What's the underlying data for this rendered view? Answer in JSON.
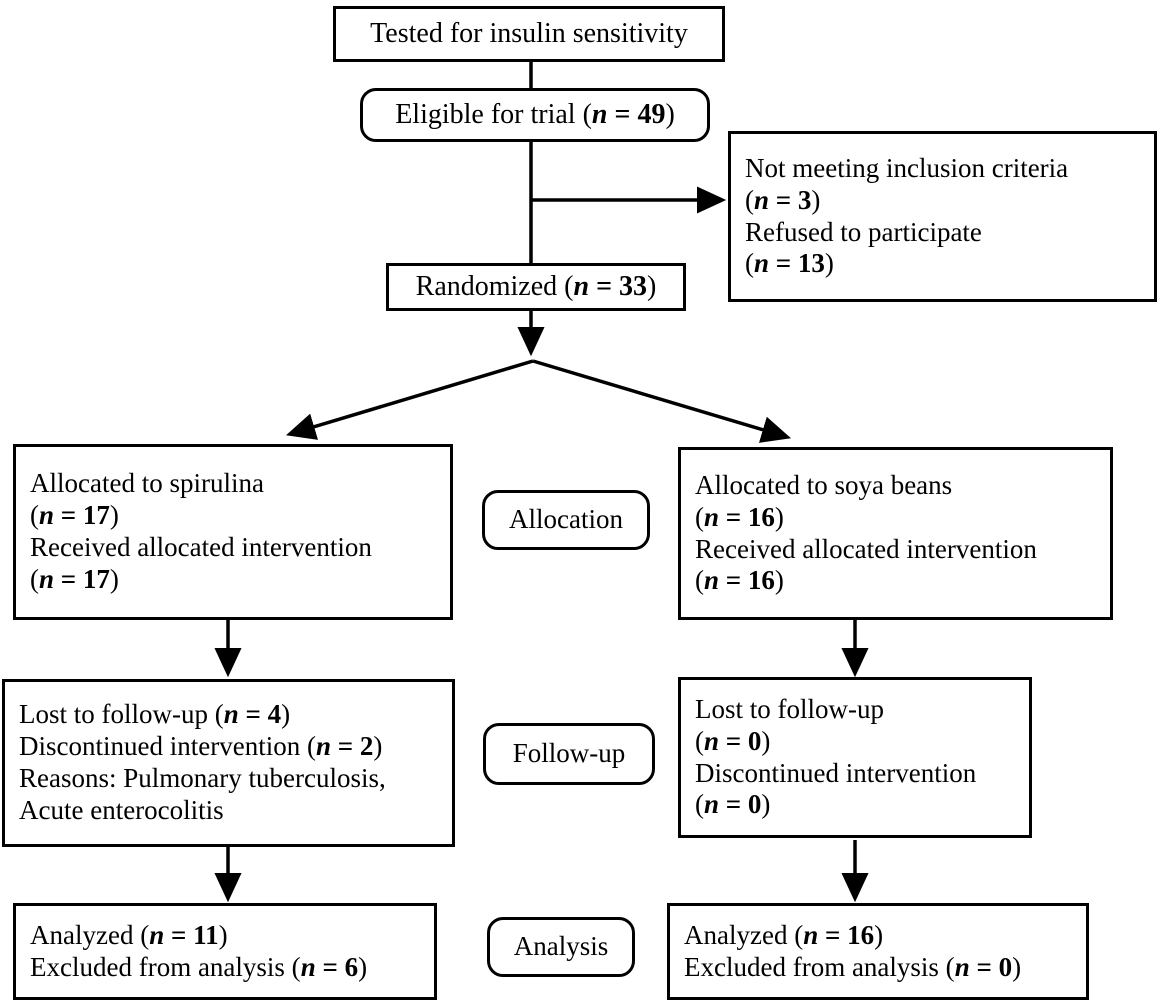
{
  "diagram": {
    "title": "CONSORT participant flow diagram",
    "stroke_color": "#000000",
    "background_color": "#ffffff",
    "nodes": {
      "tested": {
        "name": "tested-for-insulin-sensitivity",
        "shape": "rectangle",
        "lines": [
          "Tested for insulin sensitivity"
        ]
      },
      "eligible": {
        "name": "eligible-for-trial",
        "shape": "rounded-rectangle",
        "lines": [
          "Eligible for trial (n = 49)"
        ],
        "n": 49
      },
      "excluded": {
        "name": "excluded-reasons",
        "shape": "rectangle",
        "lines": [
          "Not meeting inclusion criteria",
          "(n = 3)",
          "Refused to participate",
          "(n = 13)"
        ],
        "not_meeting_inclusion_criteria": 3,
        "refused_to_participate": 13
      },
      "randomized": {
        "name": "randomized",
        "shape": "rectangle",
        "lines": [
          "Randomized (n = 33)"
        ],
        "n": 33
      },
      "allocation_label": {
        "name": "stage-label-allocation",
        "shape": "rounded-rectangle",
        "lines": [
          "Allocation"
        ]
      },
      "followup_label": {
        "name": "stage-label-follow-up",
        "shape": "rounded-rectangle",
        "lines": [
          "Follow-up"
        ]
      },
      "analysis_label": {
        "name": "stage-label-analysis",
        "shape": "rounded-rectangle",
        "lines": [
          "Analysis"
        ]
      },
      "alloc_left": {
        "name": "allocated-to-spirulina",
        "shape": "rectangle",
        "lines": [
          "Allocated to spirulina",
          "(n = 17)",
          "Received allocated intervention",
          "(n = 17)"
        ],
        "allocated": 17,
        "received_intervention": 17
      },
      "alloc_right": {
        "name": "allocated-to-soya-beans",
        "shape": "rectangle",
        "lines": [
          "Allocated to soya beans",
          "(n = 16)",
          "Received allocated intervention",
          "(n = 16)"
        ],
        "allocated": 16,
        "received_intervention": 16
      },
      "follow_left": {
        "name": "follow-up-spirulina",
        "shape": "rectangle",
        "lines": [
          "Lost to follow-up (n = 4)",
          "Discontinued intervention (n = 2)",
          "Reasons: Pulmonary tuberculosis,",
          "Acute enterocolitis"
        ],
        "lost_to_follow_up": 4,
        "discontinued": 2,
        "reasons": [
          "Pulmonary tuberculosis",
          "Acute enterocolitis"
        ]
      },
      "follow_right": {
        "name": "follow-up-soya-beans",
        "shape": "rectangle",
        "lines": [
          "Lost to follow-up",
          "(n = 0)",
          "Discontinued intervention",
          "(n = 0)"
        ],
        "lost_to_follow_up": 0,
        "discontinued": 0
      },
      "analysis_left": {
        "name": "analysis-spirulina",
        "shape": "rectangle",
        "lines": [
          "Analyzed (n = 11)",
          "Excluded from analysis (n = 6)"
        ],
        "analyzed": 11,
        "excluded": 6
      },
      "analysis_right": {
        "name": "analysis-soya-beans",
        "shape": "rectangle",
        "lines": [
          "Analyzed (n = 16)",
          "Excluded from analysis (n = 0)"
        ],
        "analyzed": 16,
        "excluded": 0
      }
    },
    "text": {
      "tested_l1": "Tested for insulin sensitivity",
      "eligible_pre": "Eligible for trial (",
      "eligible_n": "n",
      "eligible_eq": " = ",
      "eligible_val": "49",
      "eligible_post": ")",
      "excluded_l1": "Not meeting inclusion criteria",
      "excluded_l2_val": "3",
      "excluded_l3": "Refused to participate",
      "excluded_l4_val": "13",
      "randomized_pre": "Randomized (",
      "randomized_val": "33",
      "alloc_left_l1": "Allocated to spirulina",
      "alloc_left_l2_val": "17",
      "alloc_left_l3": "Received allocated intervention",
      "alloc_left_l4_val": "17",
      "alloc_right_l1": "Allocated to soya beans",
      "alloc_right_l2_val": "16",
      "alloc_right_l3": "Received allocated intervention",
      "alloc_right_l4_val": "16",
      "follow_left_l1_pre": "Lost to follow-up (",
      "follow_left_l1_val": "4",
      "follow_left_l2_pre": "Discontinued intervention (",
      "follow_left_l2_val": "2",
      "follow_left_l3": "Reasons: Pulmonary tuberculosis,",
      "follow_left_l4": "Acute enterocolitis",
      "follow_right_l1": "Lost to follow-up",
      "follow_right_l2_val": "0",
      "follow_right_l3": "Discontinued intervention",
      "follow_right_l4_val": "0",
      "analysis_left_l1_pre": "Analyzed (",
      "analysis_left_l1_val": "11",
      "analysis_left_l2_pre": "Excluded from analysis (",
      "analysis_left_l2_val": "6",
      "analysis_right_l1_pre": "Analyzed (",
      "analysis_right_l1_val": "16",
      "analysis_right_l2_pre": "Excluded from analysis (",
      "analysis_right_l2_val": "0",
      "stage_allocation": "Allocation",
      "stage_followup": "Follow-up",
      "stage_analysis": "Analysis",
      "n_symbol": "n",
      "equals": " = ",
      "paren_open": "(",
      "paren_close": ")"
    }
  }
}
